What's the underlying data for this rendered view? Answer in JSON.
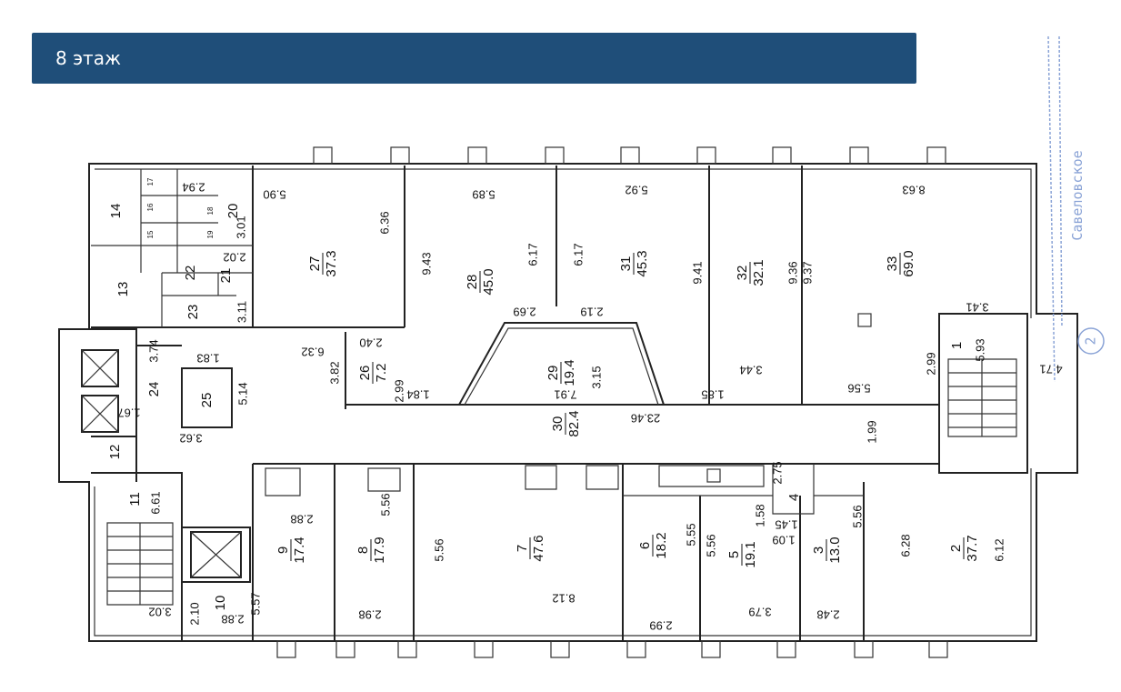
{
  "header": {
    "title": "8 этаж"
  },
  "colors": {
    "header_bg": "#1f4e79",
    "lines": "#222222",
    "street_label": "#8aa3d6"
  },
  "street_label": "Савеловское",
  "marker_label": "2",
  "rooms": [
    {
      "number": "27",
      "area": "37.3"
    },
    {
      "number": "28",
      "area": "45.0"
    },
    {
      "number": "31",
      "area": "45.3"
    },
    {
      "number": "32",
      "area": "32.1"
    },
    {
      "number": "33",
      "area": "69.0"
    },
    {
      "number": "29",
      "area": "19.4"
    },
    {
      "number": "26",
      "area": "7.2"
    },
    {
      "number": "30",
      "area": "82.4"
    },
    {
      "number": "9",
      "area": "17.4"
    },
    {
      "number": "8",
      "area": "17.9"
    },
    {
      "number": "7",
      "area": "47.6"
    },
    {
      "number": "6",
      "area": "18.2"
    },
    {
      "number": "5",
      "area": "19.1"
    },
    {
      "number": "3",
      "area": "13.0"
    },
    {
      "number": "2",
      "area": "37.7"
    }
  ],
  "room_numbers": [
    "14",
    "13",
    "20",
    "21",
    "22",
    "23",
    "24",
    "25",
    "12",
    "11",
    "10",
    "4",
    "1",
    "15",
    "16",
    "17",
    "18",
    "19"
  ],
  "dimensions": [
    "2.94",
    "5.90",
    "6.36",
    "3.01",
    "2.02",
    "3.11",
    "9.43",
    "5.89",
    "6.17",
    "6.17",
    "5.92",
    "9.41",
    "9.36",
    "9.37",
    "8.63",
    "3.41",
    "2.69",
    "2.19",
    "3.15",
    "7.91",
    "1.85",
    "3.44",
    "5.56",
    "2.99",
    "5.93",
    "4.71",
    "1.99",
    "23.46",
    "1.84",
    "2.99",
    "2.40",
    "6.32",
    "3.82",
    "3.74",
    "1.83",
    "5.14",
    "1.67",
    "3.62",
    "6.61",
    "3.02",
    "2.10",
    "2.88",
    "5.57",
    "2.88",
    "2.98",
    "5.56",
    "5.56",
    "8.12",
    "2.99",
    "5.55",
    "5.56",
    "3.79",
    "2.48",
    "1.58",
    "1.45",
    "1.09",
    "2.75",
    "5.56",
    "6.28",
    "6.12"
  ]
}
